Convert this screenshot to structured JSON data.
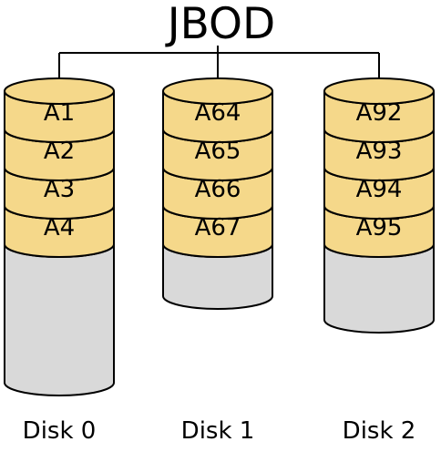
{
  "diagram": {
    "title": "JBOD",
    "colors": {
      "block_fill": "#f5d88a",
      "empty_fill": "#d9d9d9",
      "stroke": "#000000"
    },
    "disks": [
      {
        "label": "Disk 0",
        "blocks": [
          "A1",
          "A2",
          "A3",
          "A4"
        ]
      },
      {
        "label": "Disk 1",
        "blocks": [
          "A64",
          "A65",
          "A66",
          "A67"
        ]
      },
      {
        "label": "Disk 2",
        "blocks": [
          "A92",
          "A93",
          "A94",
          "A95"
        ]
      }
    ]
  }
}
